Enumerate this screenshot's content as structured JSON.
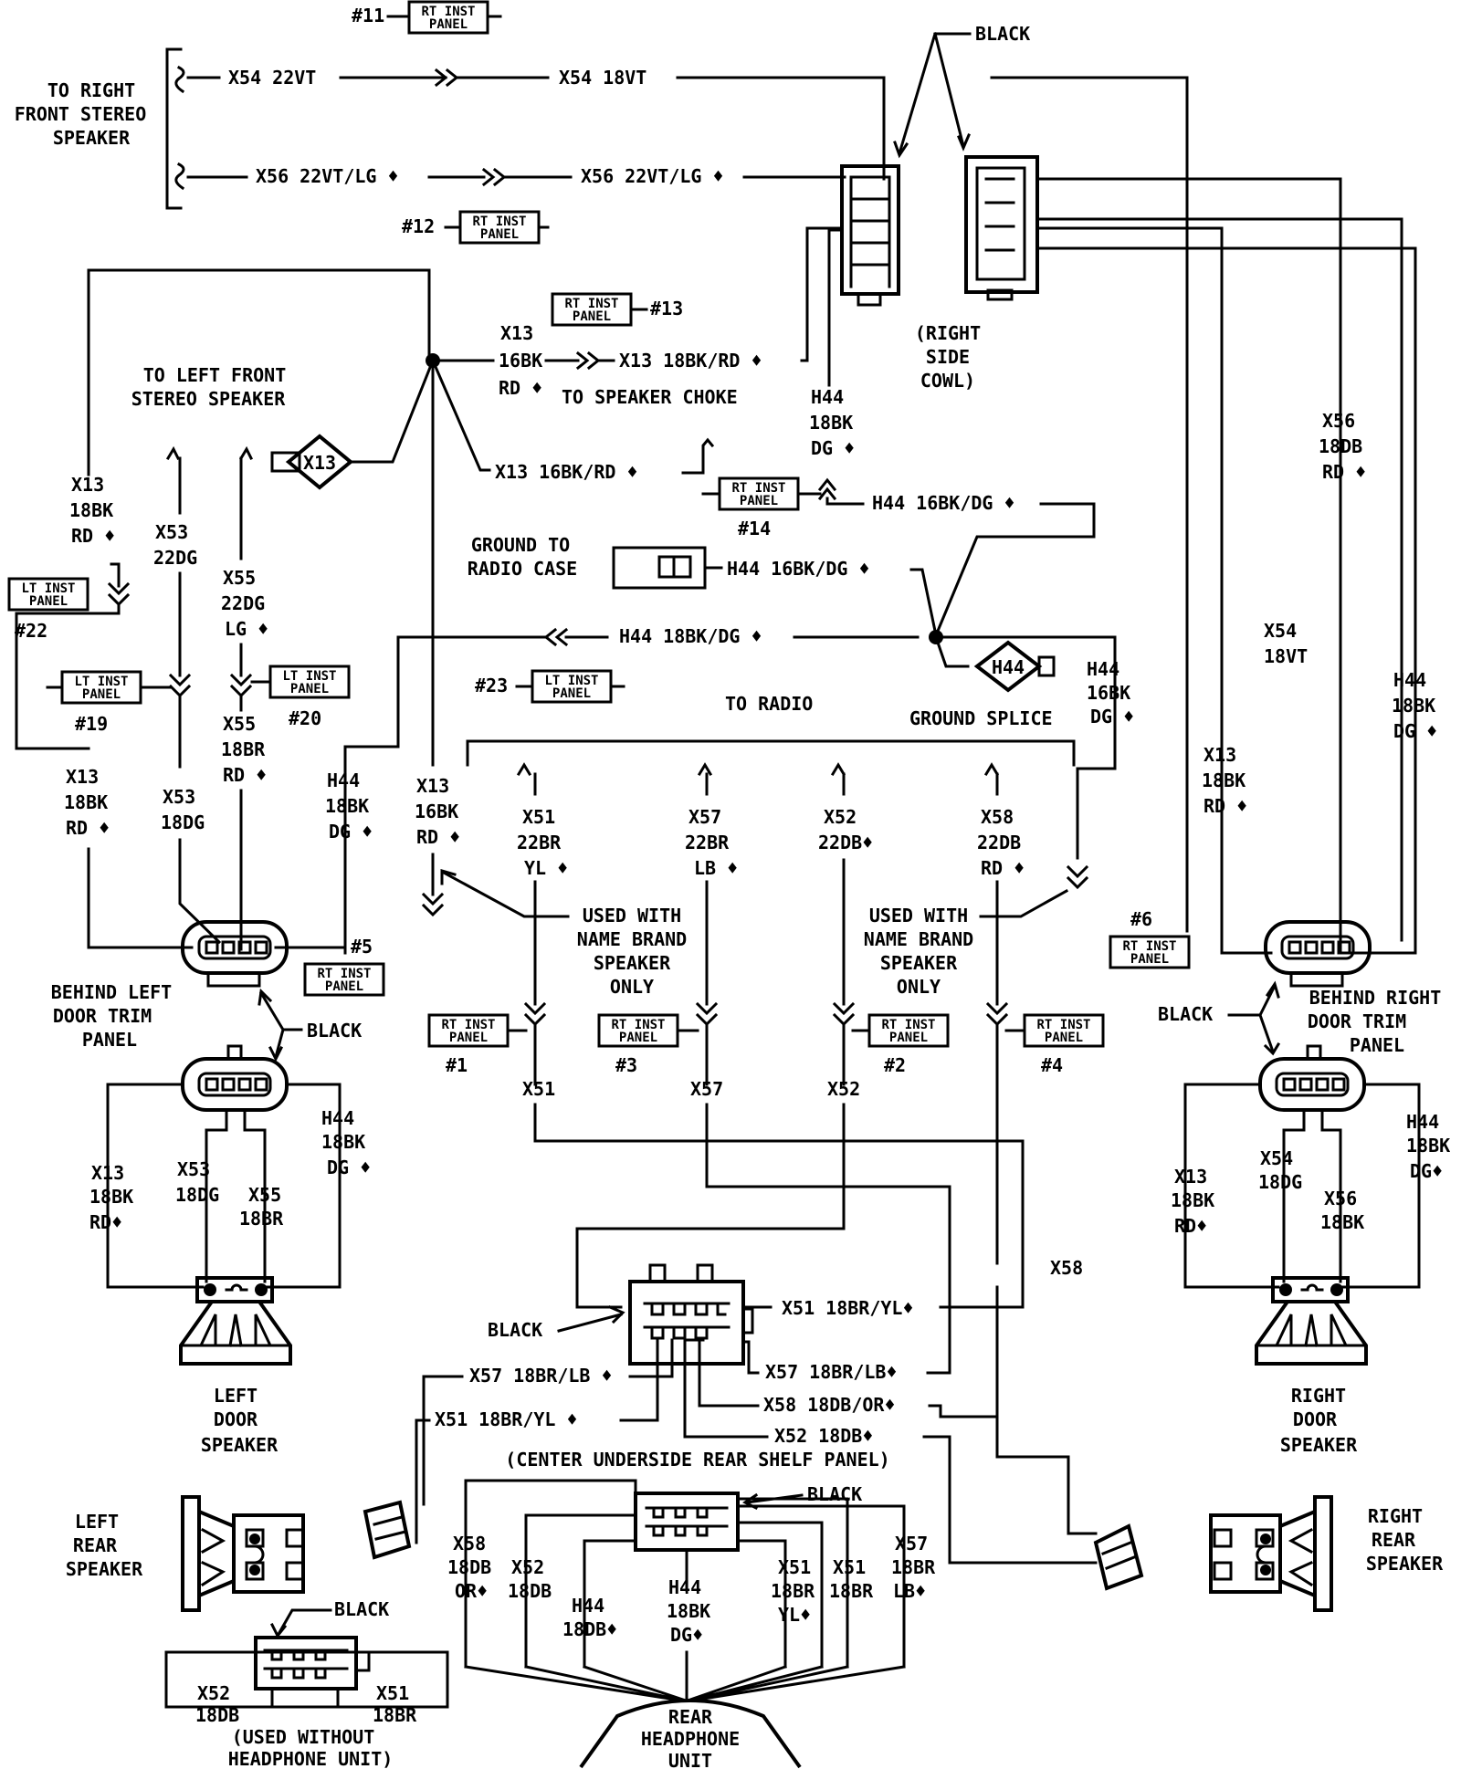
{
  "colors": {
    "line": "#000000",
    "background": "#ffffff"
  },
  "panel_ref": {
    "rt": [
      "RT INST",
      "PANEL"
    ],
    "lt": [
      "LT INST",
      "PANEL"
    ]
  },
  "refs": {
    "r11": "#11",
    "r12": "#12",
    "r13": "#13",
    "r14": "#14",
    "r22": "#22",
    "r19": "#19",
    "r20": "#20",
    "r23": "#23",
    "r5": "#5",
    "r6": "#6",
    "r1": "#1",
    "r3": "#3",
    "r2": "#2",
    "r4": "#4"
  },
  "top": {
    "to_right_front": [
      "TO RIGHT",
      "FRONT STEREO",
      "SPEAKER"
    ],
    "x54_22vt": "X54 22VT",
    "x54_18vt_a": "X54 18VT",
    "x54_18vt_b": "X54 18VT",
    "x56_22vtlg_a": "X56 22VT/LG ♦",
    "x56_22vtlg_b": "X56 22VT/LG ♦",
    "black": "BLACK",
    "right_side_cowl": [
      "(RIGHT",
      "SIDE",
      "COWL)"
    ]
  },
  "center": {
    "x13_16bk": [
      "X13",
      "16BK",
      "RD ♦"
    ],
    "x13_18bkrd": "X13 18BK/RD ♦",
    "to_speaker_choke": "TO SPEAKER CHOKE",
    "x13_16bkrd": "X13 16BK/RD ♦",
    "h44_18bk_dg": [
      "H44",
      "18BK",
      "DG ♦"
    ],
    "h44_16bkdg_a": "H44 16BK/DG ♦",
    "ground_to_radio_case": [
      "GROUND TO",
      "RADIO CASE"
    ],
    "h44_16bkdg_b": "H44 16BK/DG ♦",
    "h44_18bkdg": "H44 18BK/DG ♦",
    "to_radio": "TO RADIO",
    "ground_splice": "GROUND SPLICE",
    "h44_16bk_dg": [
      "H44",
      "16BK",
      "DG ♦"
    ],
    "x13_splice": "X13",
    "h44_splice": "H44"
  },
  "left": {
    "to_left_front": [
      "TO LEFT FRONT",
      "STEREO SPEAKER"
    ],
    "x13_18bk": [
      "X13",
      "18BK",
      "RD ♦"
    ],
    "x53_22dg": [
      "X53",
      "22DG"
    ],
    "x55_22dg": [
      "X55",
      "22DG",
      "LG ♦"
    ],
    "x55_18br": [
      "X55",
      "18BR",
      "RD ♦"
    ],
    "x13_18bk_b": [
      "X13",
      "18BK",
      "RD ♦"
    ],
    "x53_18dg": [
      "X53",
      "18DG"
    ],
    "h44_18bk": [
      "H44",
      "18BK",
      "DG ♦"
    ],
    "x13_16bk_rd": [
      "X13",
      "16BK",
      "RD ♦"
    ],
    "behind_left": [
      "BEHIND LEFT",
      "DOOR TRIM",
      "PANEL"
    ],
    "black": "BLACK",
    "h44_18bk_c": [
      "H44",
      "18BK",
      "DG ♦"
    ],
    "x13_18bk_c": [
      "X13",
      "18BK",
      "RD♦"
    ],
    "x53_18dg_c": [
      "X53",
      "18DG"
    ],
    "x55_18br_c": [
      "X55",
      "18BR"
    ],
    "left_door_speaker": [
      "LEFT",
      "DOOR",
      "SPEAKER"
    ],
    "left_rear_speaker": [
      "LEFT",
      "REAR",
      "SPEAKER"
    ]
  },
  "radio": {
    "x51": [
      "X51",
      "22BR",
      "YL ♦"
    ],
    "x57": [
      "X57",
      "22BR",
      "LB ♦"
    ],
    "x52": [
      "X52",
      "22DB♦"
    ],
    "x58": [
      "X58",
      "22DB",
      "RD ♦"
    ],
    "used_with_a": [
      "USED WITH",
      "NAME BRAND",
      "SPEAKER",
      "ONLY"
    ],
    "used_with_b": [
      "USED WITH",
      "NAME BRAND",
      "SPEAKER",
      "ONLY"
    ],
    "x51_lbl": "X51",
    "x57_lbl": "X57",
    "x52_lbl": "X52",
    "x58_lbl": "X58"
  },
  "right": {
    "x56_18db": [
      "X56",
      "18DB",
      "RD ♦"
    ],
    "x54_18vt": [
      "X54",
      "18VT"
    ],
    "h44_18bk": [
      "H44",
      "18BK",
      "DG ♦"
    ],
    "x13_18bk": [
      "X13",
      "18BK",
      "RD ♦"
    ],
    "behind_right": [
      "BEHIND RIGHT",
      "DOOR TRIM",
      "PANEL"
    ],
    "black": "BLACK",
    "x13_c": [
      "X13",
      "18BK",
      "RD♦"
    ],
    "x54_c": [
      "X54",
      "18DG"
    ],
    "x56_c": [
      "X56",
      "18BK"
    ],
    "h44_c": [
      "H44",
      "18BK",
      "DG♦"
    ],
    "right_door_speaker": [
      "RIGHT",
      "DOOR",
      "SPEAKER"
    ],
    "right_rear_speaker": [
      "RIGHT",
      "REAR",
      "SPEAKER"
    ]
  },
  "bottom": {
    "black_a": "BLACK",
    "x51_18bryl": "X51 18BR/YL♦",
    "x57_18brlb_r": "X57 18BR/LB♦",
    "x57_18brlb_l": "X57 18BR/LB ♦",
    "x58_18dbor": "X58 18DB/OR♦",
    "x51_18bryl_l": "X51 18BR/YL ♦",
    "x52_18db": "X52 18DB♦",
    "center_underside": "(CENTER UNDERSIDE REAR SHELF PANEL)",
    "black_b": "BLACK",
    "x58_18db": [
      "X58",
      "18DB",
      "OR♦"
    ],
    "x52_18db_b": [
      "X52",
      "18DB"
    ],
    "h44_18db": [
      "H44",
      "18DB♦"
    ],
    "h44_18bk": [
      "H44",
      "18BK",
      "DG♦"
    ],
    "x51_18br_yl": [
      "X51",
      "18BR",
      "YL♦"
    ],
    "x51_18br": [
      "X51",
      "18BR"
    ],
    "x57_18br": [
      "X57",
      "18BR",
      "LB♦"
    ],
    "black_c": "BLACK",
    "x52_18db_c": [
      "X52",
      "18DB"
    ],
    "x51_18br_c": [
      "X51",
      "18BR"
    ],
    "used_without": [
      "(USED WITHOUT",
      "HEADPHONE UNIT)"
    ],
    "rear_headphone": [
      "REAR",
      "HEADPHONE",
      "UNIT"
    ]
  }
}
